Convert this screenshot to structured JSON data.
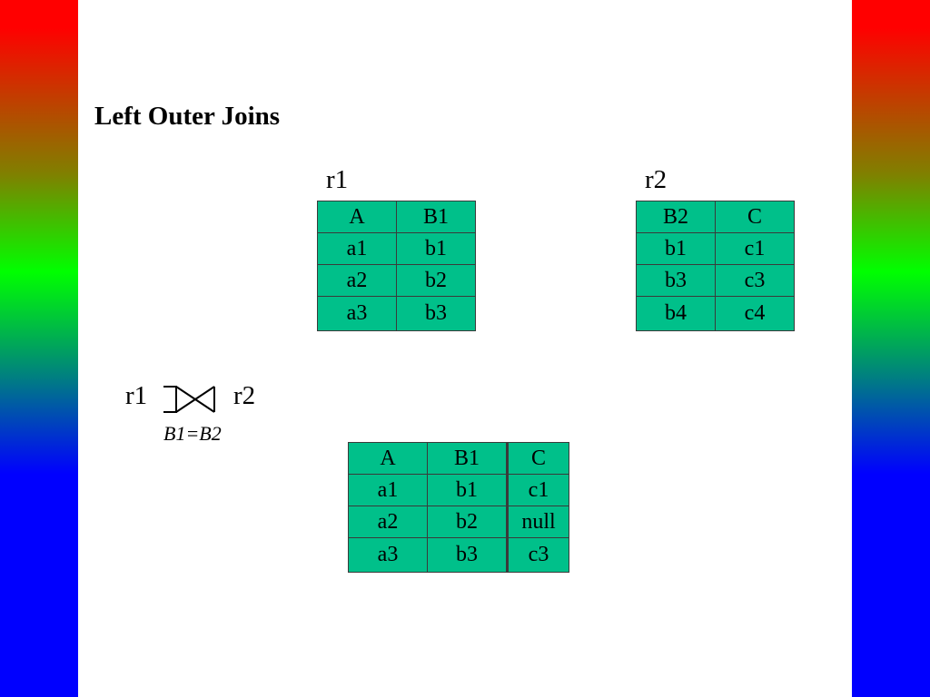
{
  "decor": {
    "side_gradient_colors": [
      "#ff0000",
      "#808000",
      "#00ff00",
      "#008080",
      "#0000ff"
    ],
    "table_fill_color": "#00c08a"
  },
  "slide": {
    "title": "Left Outer Joins"
  },
  "r1": {
    "label": "r1",
    "headers": [
      "A",
      "B1"
    ],
    "rows": [
      [
        "a1",
        "b1"
      ],
      [
        "a2",
        "b2"
      ],
      [
        "a3",
        "b3"
      ]
    ]
  },
  "r2": {
    "label": "r2",
    "headers": [
      "B2",
      "C"
    ],
    "rows": [
      [
        "b1",
        "c1"
      ],
      [
        "b3",
        "c3"
      ],
      [
        "b4",
        "c4"
      ]
    ]
  },
  "join": {
    "left_operand": "r1",
    "right_operand": "r2",
    "symbol_icon": "left-outer-join-icon",
    "condition": "B1=B2"
  },
  "result": {
    "headers": [
      "A",
      "B1",
      "C"
    ],
    "rows": [
      [
        "a1",
        "b1",
        "c1"
      ],
      [
        "a2",
        "b2",
        "null"
      ],
      [
        "a3",
        "b3",
        "c3"
      ]
    ]
  }
}
